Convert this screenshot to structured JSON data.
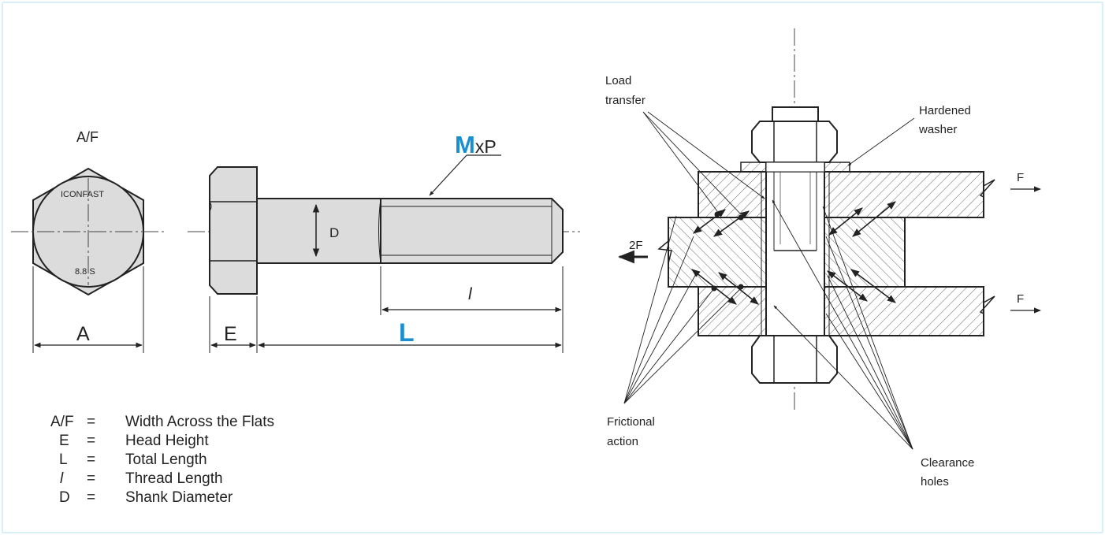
{
  "left_drawing": {
    "af_label": "A/F",
    "brand_mark": "ICONFAST",
    "grade_mark": "8.8 S",
    "dim_A": "A",
    "dim_E": "E",
    "dim_L": "L",
    "dim_D": "D",
    "dim_l": "l",
    "thread_M": "M",
    "thread_xP": "xP",
    "accent_color": "#1a8fd0"
  },
  "legend": [
    {
      "sym": "A/F",
      "eq": "=",
      "desc": "Width Across the Flats"
    },
    {
      "sym": "E",
      "eq": "=",
      "desc": "Head Height"
    },
    {
      "sym": "L",
      "eq": "=",
      "desc": "Total Length"
    },
    {
      "sym": "l",
      "eq": "=",
      "desc": "Thread Length"
    },
    {
      "sym": "D",
      "eq": "=",
      "desc": "Shank Diameter"
    }
  ],
  "right_drawing": {
    "load_transfer_line1": "Load",
    "load_transfer_line2": "transfer",
    "hardened_line1": "Hardened",
    "hardened_line2": "washer",
    "force_top": "F",
    "force_bottom": "F",
    "force_left": "2F",
    "frictional_line1": "Frictional",
    "frictional_line2": "action",
    "clearance_line1": "Clearance",
    "clearance_line2": "holes"
  }
}
